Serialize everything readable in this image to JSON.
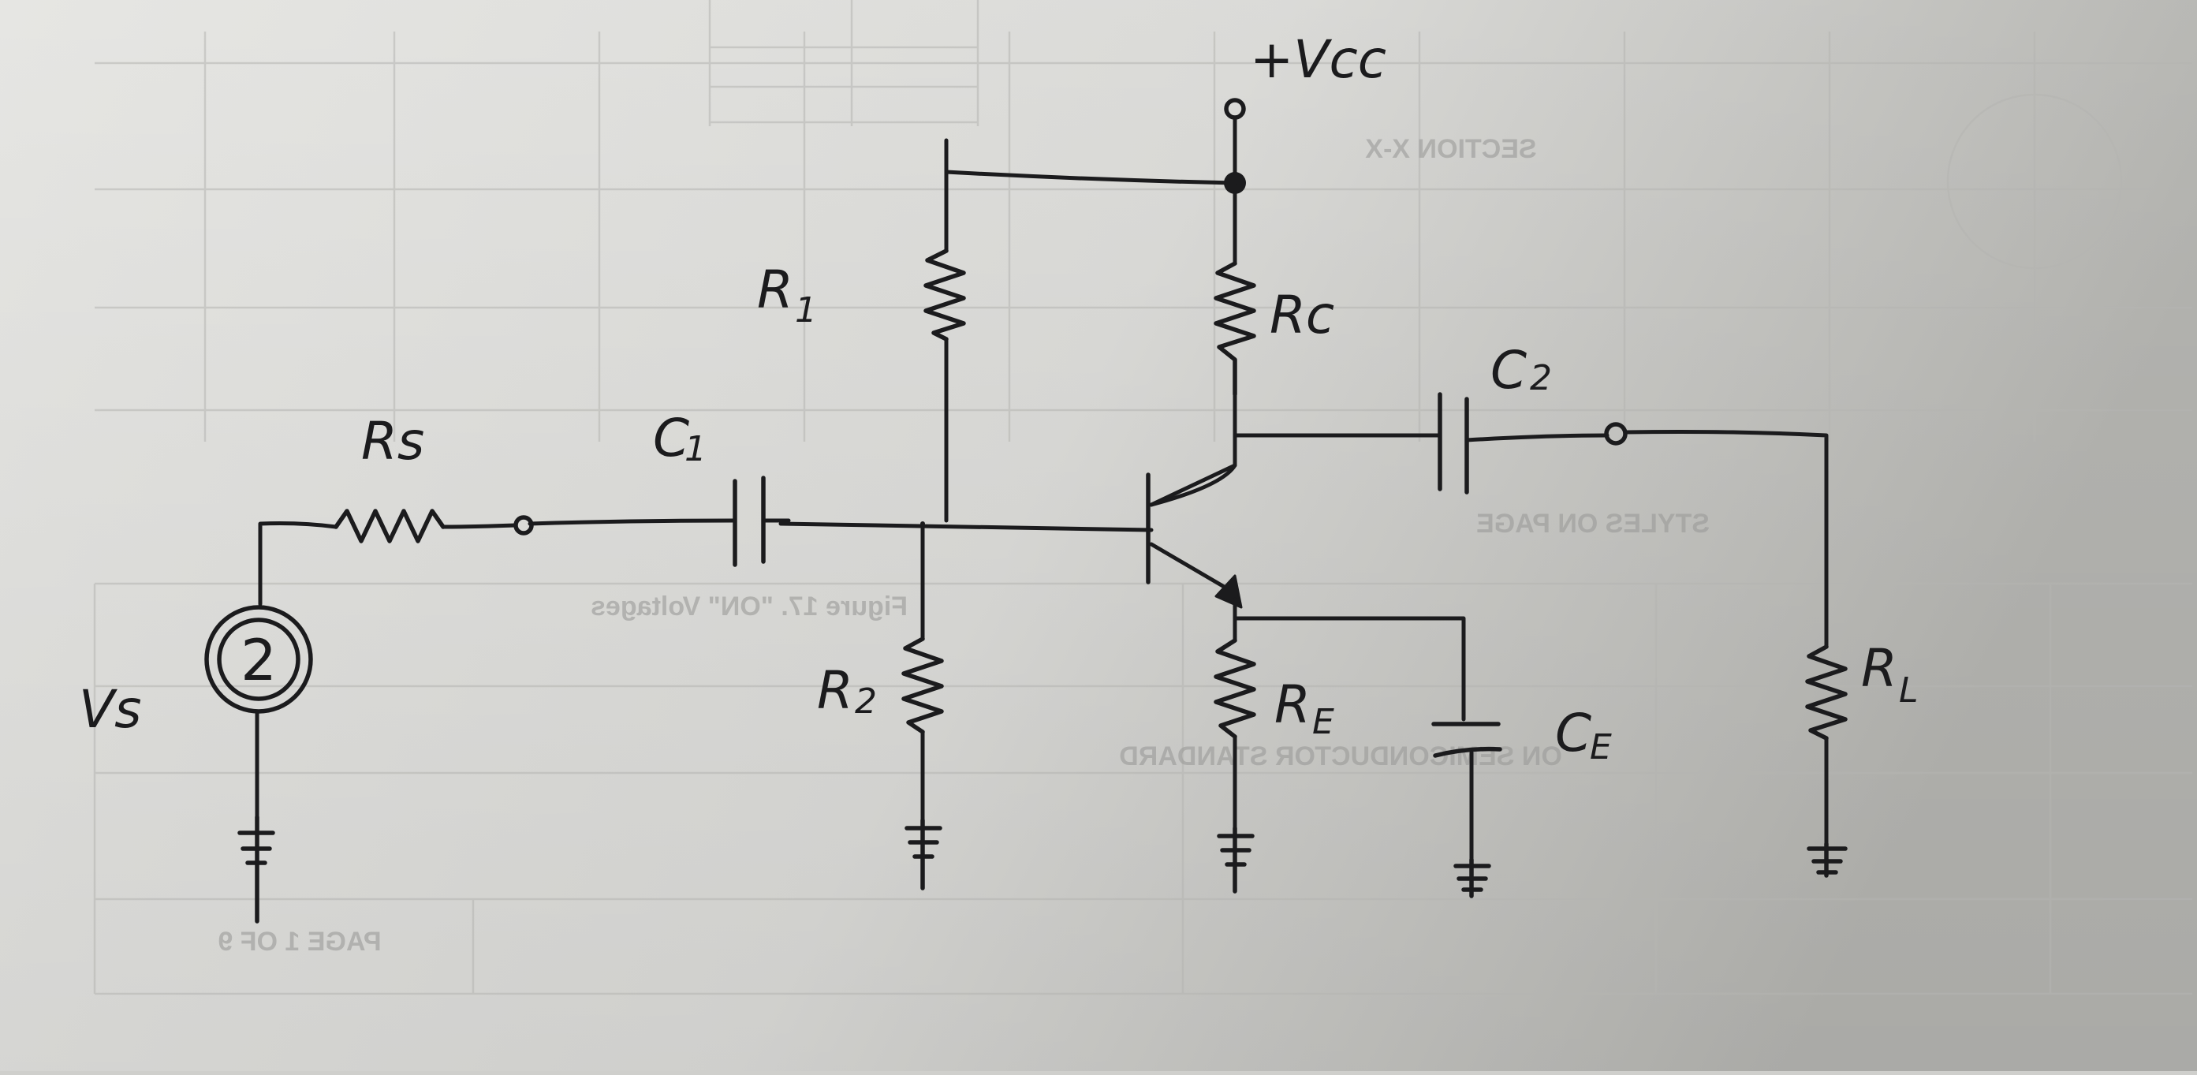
{
  "labels": {
    "vcc": "+Vcc",
    "r1": "R",
    "r1_sub": "1",
    "rc": "Rc",
    "c2": "C",
    "c2_sub": "2",
    "rs": "Rs",
    "c1": "C",
    "c1_sub": "1",
    "vs": "Vs",
    "r2": "R",
    "r2_sub": "2",
    "re": "R",
    "re_sub": "E",
    "ce": "C",
    "ce_sub": "E",
    "rl": "R",
    "rl_sub": "L",
    "source_symbol": "2"
  },
  "background_print": {
    "mirrored_1": "STYLES ON PAGE",
    "mirrored_2": "Figure 17. \"ON\" Voltages",
    "mirrored_3": "ON SEMICONDUCTOR STANDARD",
    "mirrored_4": "PAGE 1 OF 9",
    "mirrored_5": "SECTION X-X"
  },
  "colors": {
    "ink": "#1b1b1d",
    "paper": "#e9e9e6",
    "bleed_through": "#9a9a98"
  }
}
